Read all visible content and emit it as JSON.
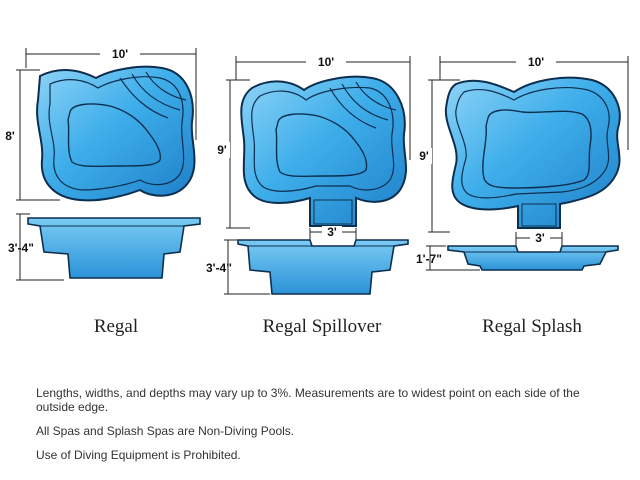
{
  "colors": {
    "pool_light": "#8fd4f7",
    "pool_mid": "#35a6e6",
    "pool_dark": "#1a5f94",
    "outline": "#0d2f4f",
    "dimension_line": "#222222"
  },
  "models": [
    {
      "name": "Regal",
      "width_label": "10'",
      "length_label": "8'",
      "depth_label": "3'-4\"",
      "view": "top-and-profile"
    },
    {
      "name": "Regal Spillover",
      "width_label": "10'",
      "length_label": "9'",
      "depth_label": "3'-4\"",
      "spillover_label": "3'",
      "view": "top-and-profile"
    },
    {
      "name": "Regal Splash",
      "width_label": "10'",
      "length_label": "9'",
      "depth_label": "1'-7\"",
      "spillover_label": "3'",
      "view": "top-and-profile"
    }
  ],
  "notes": [
    "Lengths, widths, and depths may vary up to 3%. Measurements are to widest point on each side of the outside edge.",
    "All Spas and Splash Spas are Non-Diving Pools.",
    "Use of Diving Equipment is Prohibited."
  ]
}
